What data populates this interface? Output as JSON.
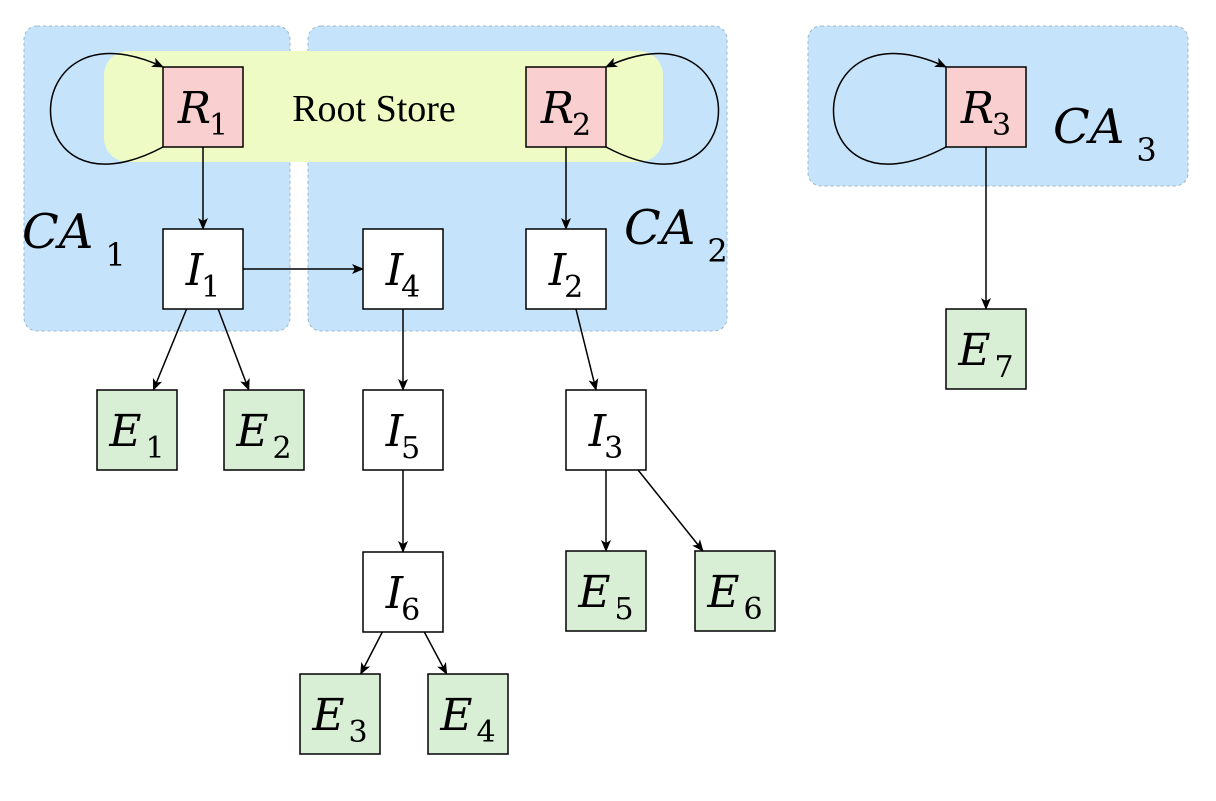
{
  "colors": {
    "ca_region": "#c5e4fb",
    "root_store": "#eefbc4",
    "root_node": "#f9cfcf",
    "intermediate_node": "#ffffff",
    "end_entity_node": "#d8efd5",
    "edge": "#000000"
  },
  "root_store": {
    "label": "Root Store"
  },
  "ca_regions": [
    {
      "id": "CA1",
      "main": "CA",
      "sub": "1"
    },
    {
      "id": "CA2",
      "main": "CA",
      "sub": "2"
    },
    {
      "id": "CA3",
      "main": "CA",
      "sub": "3"
    }
  ],
  "nodes": [
    {
      "id": "R1",
      "type": "root",
      "main": "R",
      "sub": "1"
    },
    {
      "id": "R2",
      "type": "root",
      "main": "R",
      "sub": "2"
    },
    {
      "id": "R3",
      "type": "root",
      "main": "R",
      "sub": "3"
    },
    {
      "id": "I1",
      "type": "intermediate",
      "main": "I",
      "sub": "1"
    },
    {
      "id": "I2",
      "type": "intermediate",
      "main": "I",
      "sub": "2"
    },
    {
      "id": "I3",
      "type": "intermediate",
      "main": "I",
      "sub": "3"
    },
    {
      "id": "I4",
      "type": "intermediate",
      "main": "I",
      "sub": "4"
    },
    {
      "id": "I5",
      "type": "intermediate",
      "main": "I",
      "sub": "5"
    },
    {
      "id": "I6",
      "type": "intermediate",
      "main": "I",
      "sub": "6"
    },
    {
      "id": "E1",
      "type": "end_entity",
      "main": "E",
      "sub": "1"
    },
    {
      "id": "E2",
      "type": "end_entity",
      "main": "E",
      "sub": "2"
    },
    {
      "id": "E3",
      "type": "end_entity",
      "main": "E",
      "sub": "3"
    },
    {
      "id": "E4",
      "type": "end_entity",
      "main": "E",
      "sub": "4"
    },
    {
      "id": "E5",
      "type": "end_entity",
      "main": "E",
      "sub": "5"
    },
    {
      "id": "E6",
      "type": "end_entity",
      "main": "E",
      "sub": "6"
    },
    {
      "id": "E7",
      "type": "end_entity",
      "main": "E",
      "sub": "7"
    }
  ],
  "self_loops": [
    "R1",
    "R2",
    "R3"
  ],
  "edges": [
    {
      "from": "R1",
      "to": "I1"
    },
    {
      "from": "R2",
      "to": "I2"
    },
    {
      "from": "R3",
      "to": "E7"
    },
    {
      "from": "I1",
      "to": "I4"
    },
    {
      "from": "I1",
      "to": "E1"
    },
    {
      "from": "I1",
      "to": "E2"
    },
    {
      "from": "I4",
      "to": "I5"
    },
    {
      "from": "I5",
      "to": "I6"
    },
    {
      "from": "I6",
      "to": "E3"
    },
    {
      "from": "I6",
      "to": "E4"
    },
    {
      "from": "I2",
      "to": "I3"
    },
    {
      "from": "I3",
      "to": "E5"
    },
    {
      "from": "I3",
      "to": "E6"
    }
  ]
}
